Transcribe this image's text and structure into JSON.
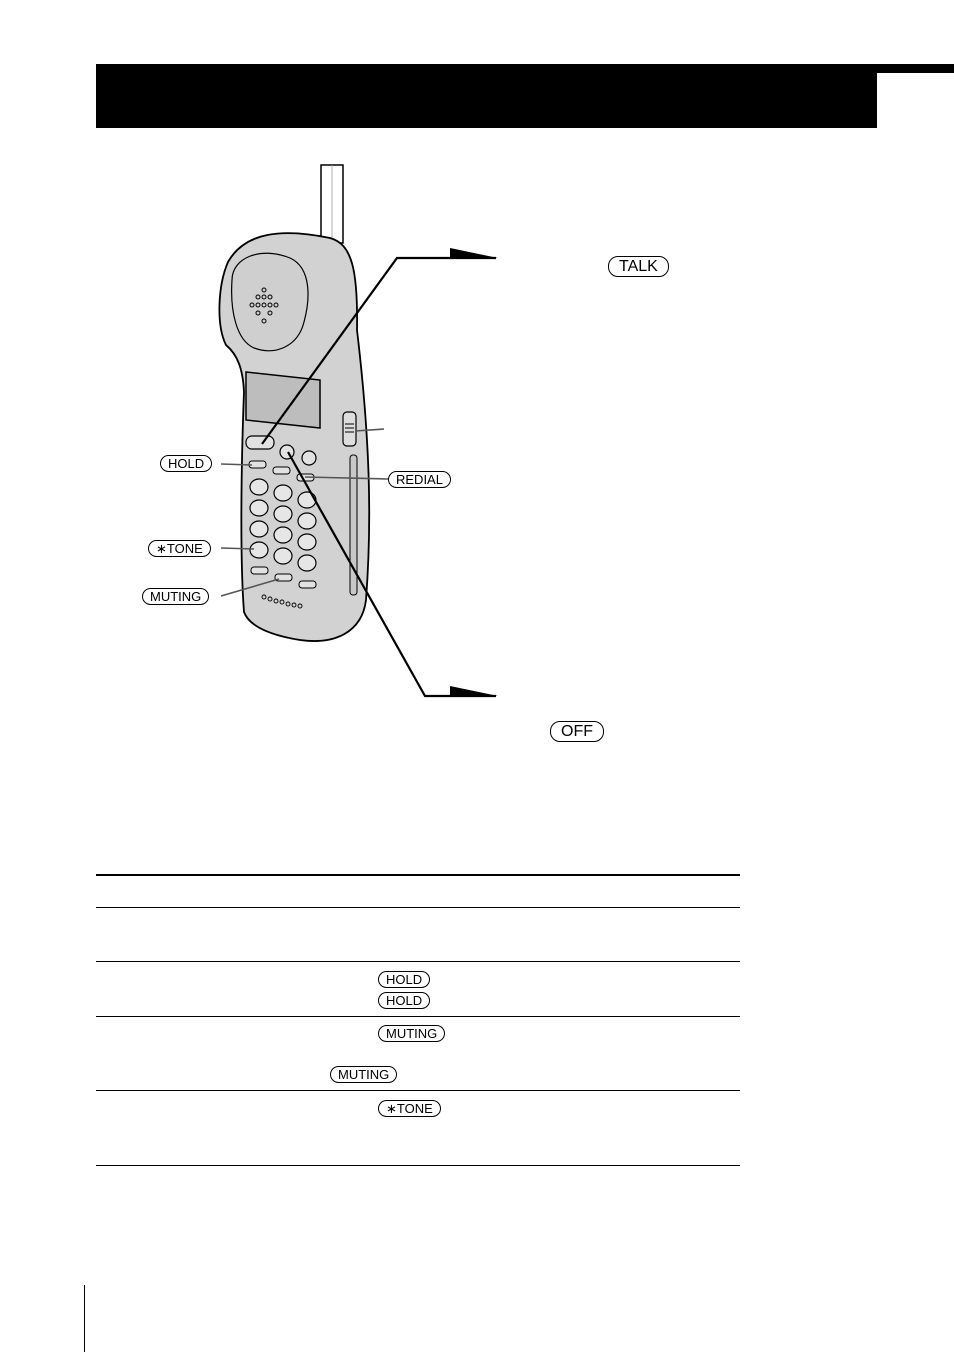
{
  "header": {
    "title": ""
  },
  "figure": {
    "callouts": {
      "talk": "TALK",
      "off": "OFF",
      "hold": "HOLD",
      "redial": "REDIAL",
      "tone": "∗TONE",
      "muting": "MUTING"
    }
  },
  "table": {
    "rows": [
      {
        "keys": []
      },
      {
        "keys": [
          "HOLD",
          "HOLD"
        ]
      },
      {
        "keys": [
          "MUTING",
          "MUTING"
        ]
      },
      {
        "keys": [
          "∗TONE"
        ]
      }
    ]
  },
  "icons": {
    "handset": "cordless-handset-icon",
    "arrow": "pointer-arrow-icon"
  }
}
